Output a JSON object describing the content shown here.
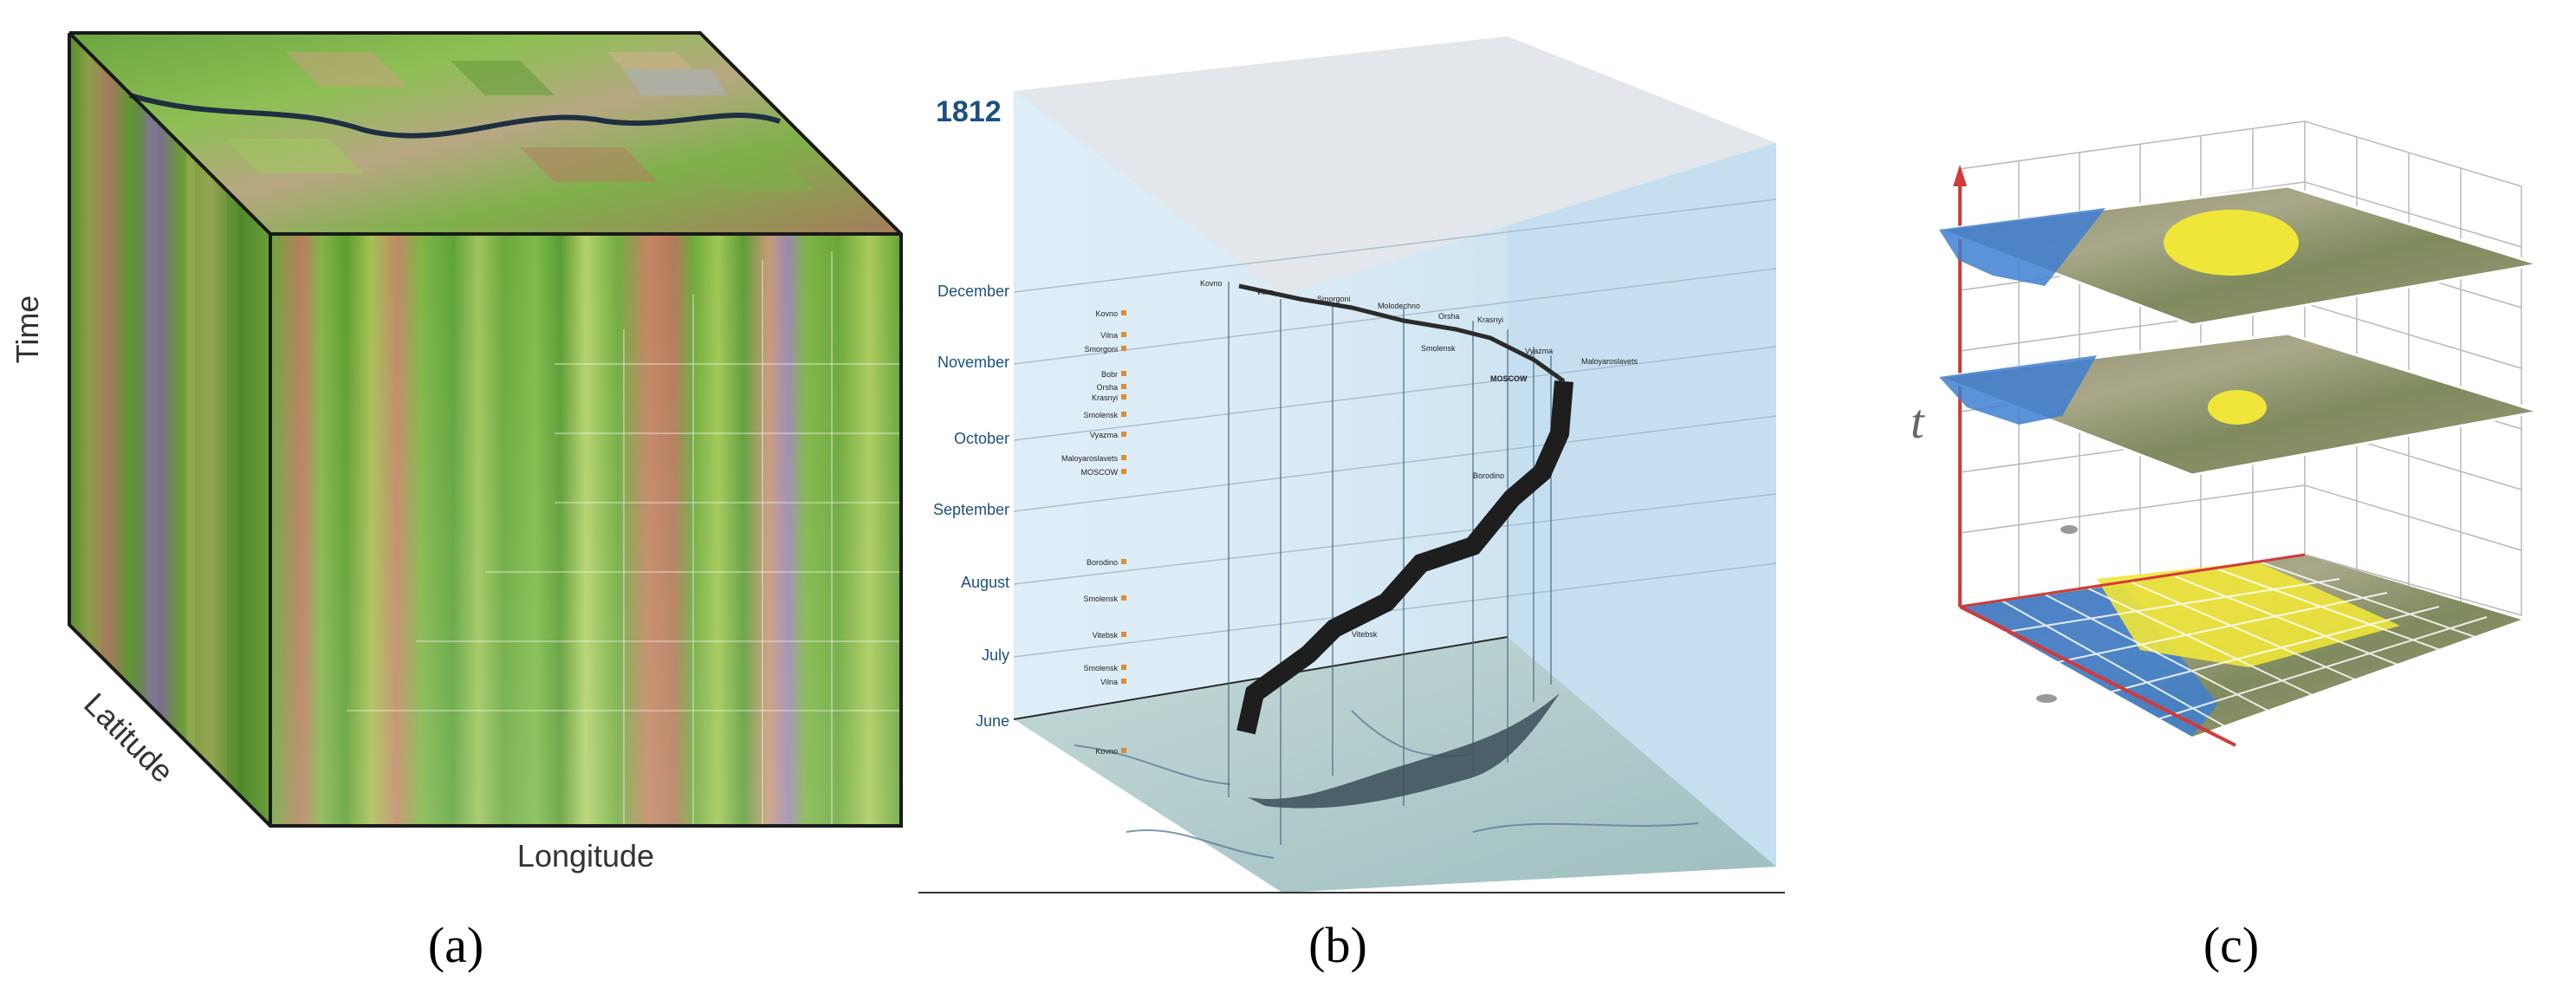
{
  "panel_a": {
    "label": "(a)",
    "axes": {
      "time": "Time",
      "latitude": "Latitude",
      "longitude": "Longitude"
    }
  },
  "panel_b": {
    "label": "(b)",
    "year": "1812",
    "months": [
      "December",
      "November",
      "October",
      "September",
      "August",
      "July",
      "June"
    ],
    "towns": [
      "Kovno",
      "Vilna",
      "Smorgoni",
      "Molodechno",
      "Orsha",
      "Krasnyi",
      "Smolensk",
      "Vyazma",
      "Maloyaroslavets",
      "MOSCOW",
      "Borodino",
      "Vitebsk"
    ],
    "legend_towns": [
      "Kovno",
      "Vilna",
      "Smorgoni",
      "Bobr",
      "Orsha",
      "Krasnyi",
      "Smolensk",
      "Vyazma",
      "Maloyaroslavets",
      "MOSCOW",
      "Borodino",
      "Smolensk",
      "Vitebsk",
      "Smolensk",
      "Vilna",
      "Kovno"
    ]
  },
  "panel_c": {
    "label": "(c)",
    "t_axis": "t"
  },
  "colors": {
    "cube_green": "#6fae3a",
    "sky_blue": "#cfe6f4",
    "path": "#1e1e1e",
    "water": "#3f7fd1",
    "highlight": "#f0e63a",
    "axis_red": "#d23a3a"
  }
}
